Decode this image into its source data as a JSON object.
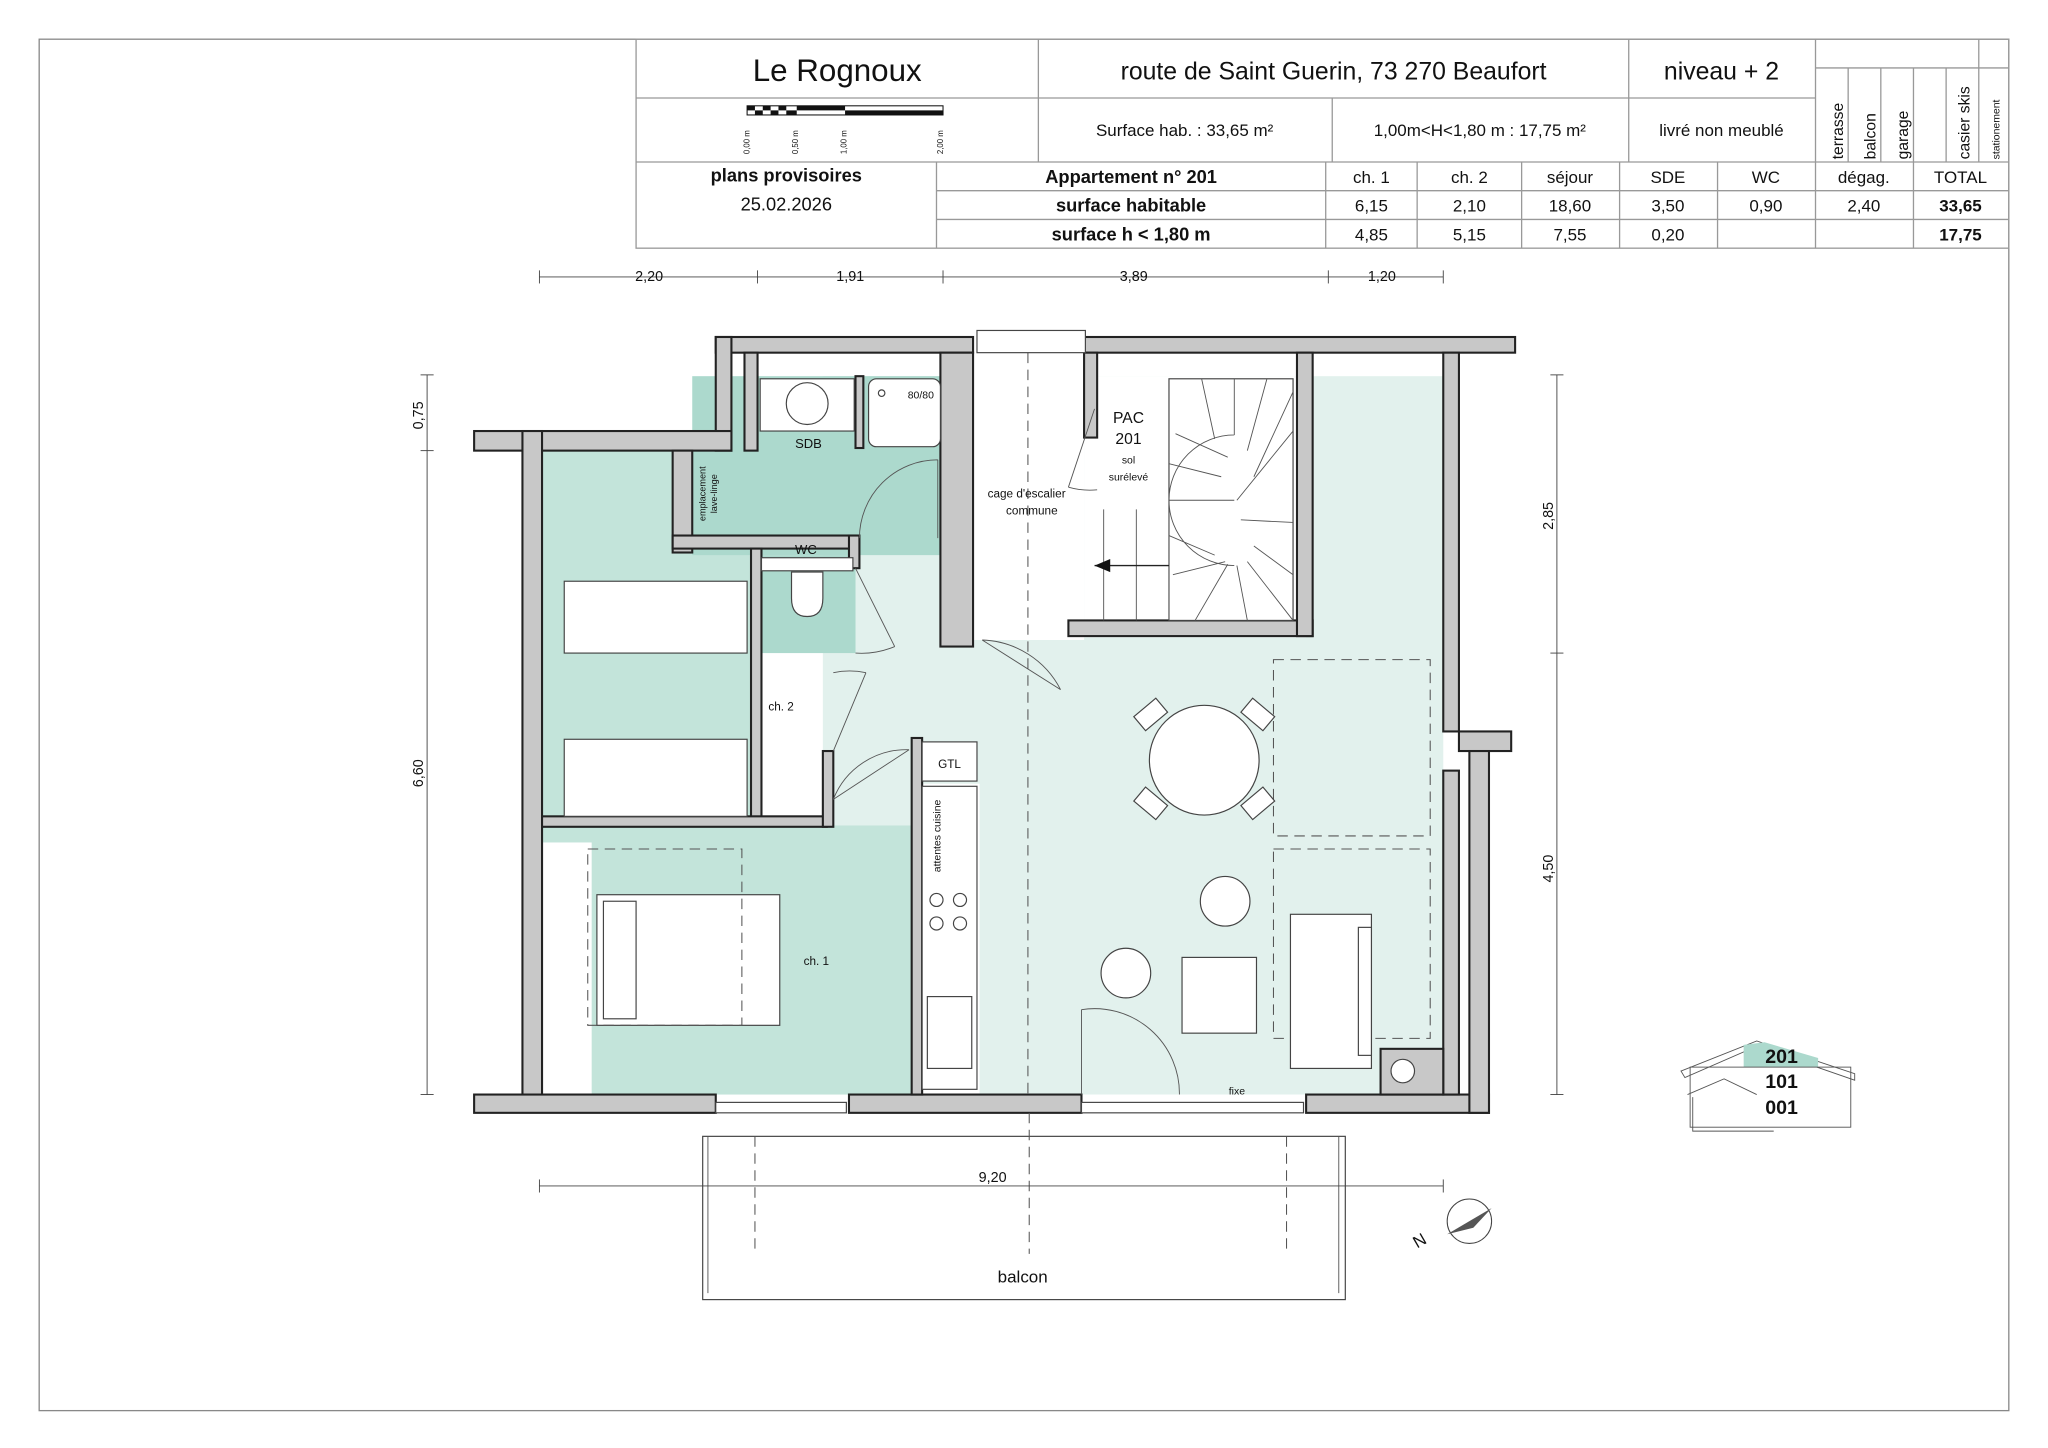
{
  "header": {
    "title": "Le Rognoux",
    "address": "route de Saint Guerin,  73 270 Beaufort",
    "level": "niveau + 2",
    "scale_labels": [
      "0,00 m",
      "0,50 m",
      "1,00 m",
      "2,00 m"
    ],
    "surface_hab": "Surface hab. :  33,65 m²",
    "low_height": "1,00m<H<1,80 m : 17,75 m²",
    "furnishing": "livré non meublé",
    "annexes": [
      "terrasse",
      "balcon",
      "garage",
      "casier skis",
      "stationement"
    ],
    "status": "plans provisoires",
    "date": "25.02.2026"
  },
  "table": {
    "apartment": "Appartement n° 201",
    "columns": [
      "ch. 1",
      "ch. 2",
      "séjour",
      "SDE",
      "WC",
      "dégag.",
      "TOTAL"
    ],
    "rows": [
      {
        "label": "surface habitable",
        "values": [
          "6,15",
          "2,10",
          "18,60",
          "3,50",
          "0,90",
          "2,40",
          "33,65"
        ]
      },
      {
        "label": "surface h < 1,80 m",
        "values": [
          "4,85",
          "5,15",
          "7,55",
          "0,20",
          "",
          "",
          "17,75"
        ]
      }
    ]
  },
  "plan": {
    "rooms": {
      "sdb": "SDB",
      "wc": "WC",
      "shower": "80/80",
      "laundry_1": "emplacement",
      "laundry_2": "lave-linge",
      "stair_1": "cage d'escalier",
      "stair_2": "commune",
      "pac_1": "PAC",
      "pac_2": "201",
      "pac_3": "sol",
      "pac_4": "surélevé",
      "ch2": "ch. 2",
      "ch1": "ch. 1",
      "gtl": "GTL",
      "kitchen": "attentes cuisine",
      "fixed": "fixe",
      "balcony": "balcon"
    },
    "dimensions": {
      "top": [
        "2,20",
        "1,91",
        "3,89",
        "1,20"
      ],
      "left": [
        "0,75",
        "6,60"
      ],
      "right": [
        "2,85",
        "4,50"
      ],
      "bottom": "9,20"
    },
    "north": "N",
    "levels": [
      "201",
      "101",
      "001"
    ],
    "current_level": "201"
  },
  "colors": {
    "wet_room": "#acd9cd",
    "bedroom": "#c3e4da",
    "living": "#e2f1ed",
    "wall": "#c8c8c8"
  }
}
